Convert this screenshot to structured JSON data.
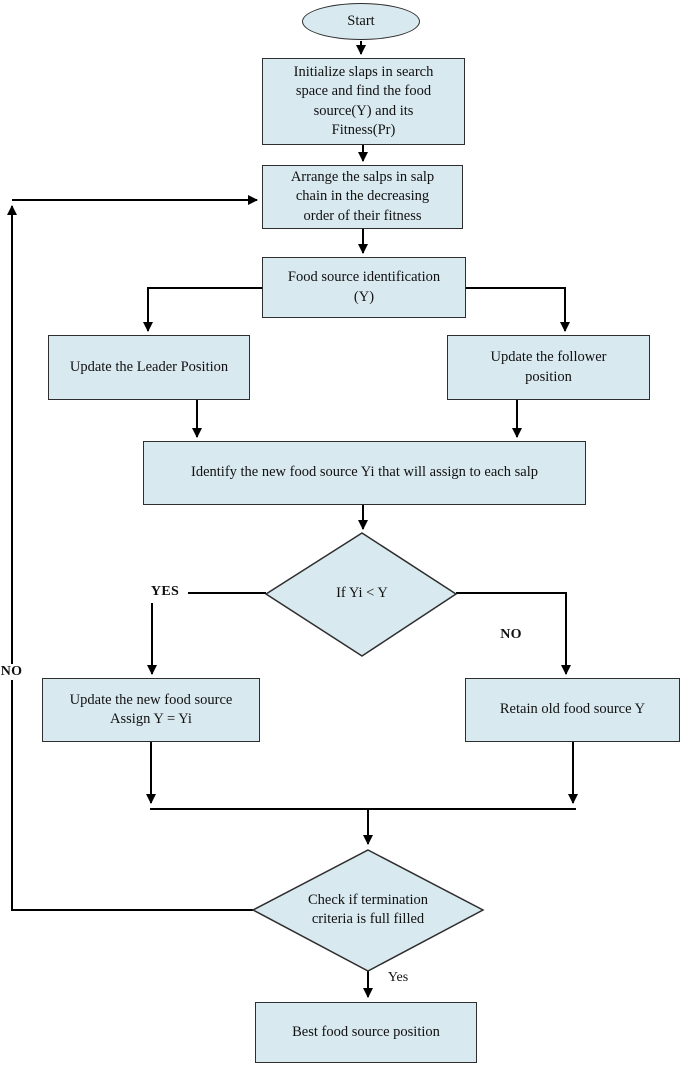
{
  "diagram": {
    "type": "flowchart",
    "nodes": {
      "start": {
        "label": "Start"
      },
      "initialize": {
        "label": "Initialize slaps in search\nspace and find the food\nsource(Y) and its\nFitness(Pr)"
      },
      "arrange": {
        "label": "Arrange the salps in salp\nchain in the decreasing\norder of their fitness"
      },
      "food_source": {
        "label": "Food source identification\n(Y)"
      },
      "update_leader": {
        "label": "Update the Leader Position"
      },
      "update_follower": {
        "label": "Update the follower\nposition"
      },
      "identify": {
        "label": "Identify the new food source Yi that will assign to each salp"
      },
      "decision_yi": {
        "label": "If Yi < Y"
      },
      "update_new": {
        "label": "Update the new food source\nAssign Y = Yi"
      },
      "retain_old": {
        "label": "Retain old food source Y"
      },
      "decision_termination": {
        "label": "Check if  termination\ncriteria is full filled"
      },
      "best": {
        "label": "Best food source position"
      }
    },
    "edge_labels": {
      "yes_decision": "YES",
      "no_decision": "NO",
      "no_loop": "NO",
      "yes_termination": "Yes"
    },
    "colors": {
      "node_fill": "#d9e9f0",
      "node_border": "#2e2e2e",
      "connector": "#000000",
      "text": "#111111",
      "background": "#ffffff"
    }
  }
}
